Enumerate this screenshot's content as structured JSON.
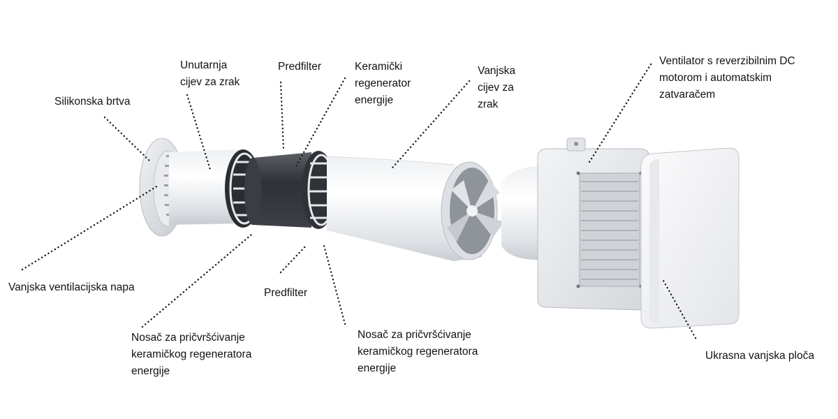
{
  "labels": {
    "silikonska_brtva": "Silikonska brtva",
    "unutarnja_cijev": "Unutarnja\ncijev za zrak",
    "predfilter_top": "Predfilter",
    "keramicki_regenerator": "Keramički\nregenerator\nenergije",
    "vanjska_cijev": "Vanjska\ncijev za\nzrak",
    "ventilator": "Ventilator s reverzibilnim DC\nmotorom i automatskim\nzatvaračem",
    "vanjska_napa": "Vanjska ventilacijska napa",
    "predfilter_bottom": "Predfilter",
    "nosac_left": "Nosač za pričvršćivanje\nkeramičkog regeneratora\nenergije",
    "nosac_right": "Nosač za pričvršćivanje\nkeramičkog regeneratora\nenergije",
    "ukrasna_ploca": "Ukrasna vanjska ploča"
  }
}
